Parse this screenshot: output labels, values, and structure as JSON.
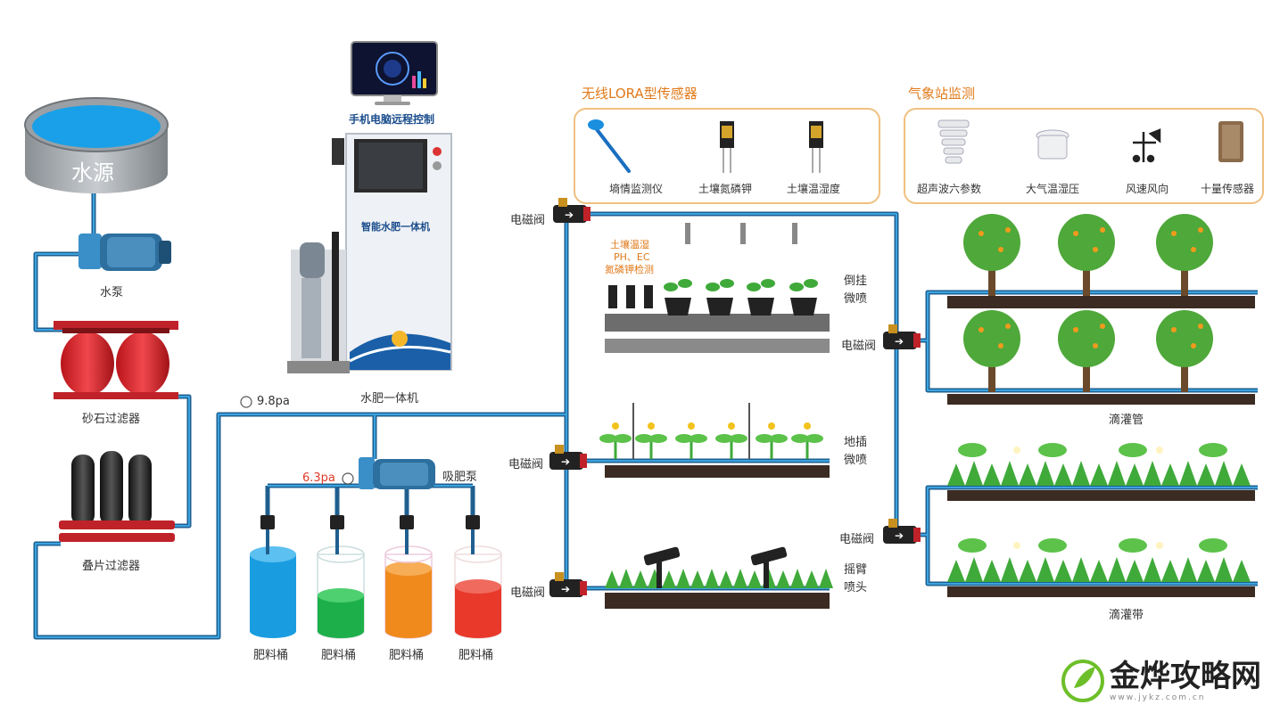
{
  "water_source": "水源",
  "pump": "水泵",
  "sand_filter": "砂石过滤器",
  "disc_filter": "叠片过滤器",
  "remote_control": "手机电脑远程控制",
  "integrator_panel": "智能水肥一体机",
  "integrator_label": "水肥一体机",
  "suction_pump": "吸肥泵",
  "pressure_1": "9.8pa",
  "pressure_2": "6.3pa",
  "tanks": [
    {
      "label": "肥料桶",
      "color": "#1a9de0"
    },
    {
      "label": "肥料桶",
      "color": "#1db04a"
    },
    {
      "label": "肥料桶",
      "color": "#f08a1c"
    },
    {
      "label": "肥料桶",
      "color": "#e8392b"
    }
  ],
  "valve_label": "电磁阀",
  "sensors": {
    "title": "无线LORA型传感器",
    "items": [
      "墒情监测仪",
      "土壤氮磷钾",
      "土壤温湿度"
    ]
  },
  "weather": {
    "title": "气象站监测",
    "items": [
      "超声波六参数",
      "大气温湿压",
      "风速风向",
      "十量传感器"
    ]
  },
  "soil_note": [
    "土壤温湿",
    "PH、EC",
    "氮磷钾检测"
  ],
  "zones": {
    "hanging": [
      "倒挂",
      "微喷"
    ],
    "ground": [
      "地插",
      "微喷"
    ],
    "rocker": [
      "摇臂",
      "喷头"
    ]
  },
  "drip_pipe": "滴灌管",
  "drip_tape": "滴灌带",
  "watermark": {
    "text": "金烨攻略网",
    "url": "www.jykz.com.cn"
  },
  "colors": {
    "pipe": "#2a7fbf",
    "pipe_dark": "#1f5f8f",
    "accent": "#f0c080",
    "soil": "#3b2b22"
  }
}
